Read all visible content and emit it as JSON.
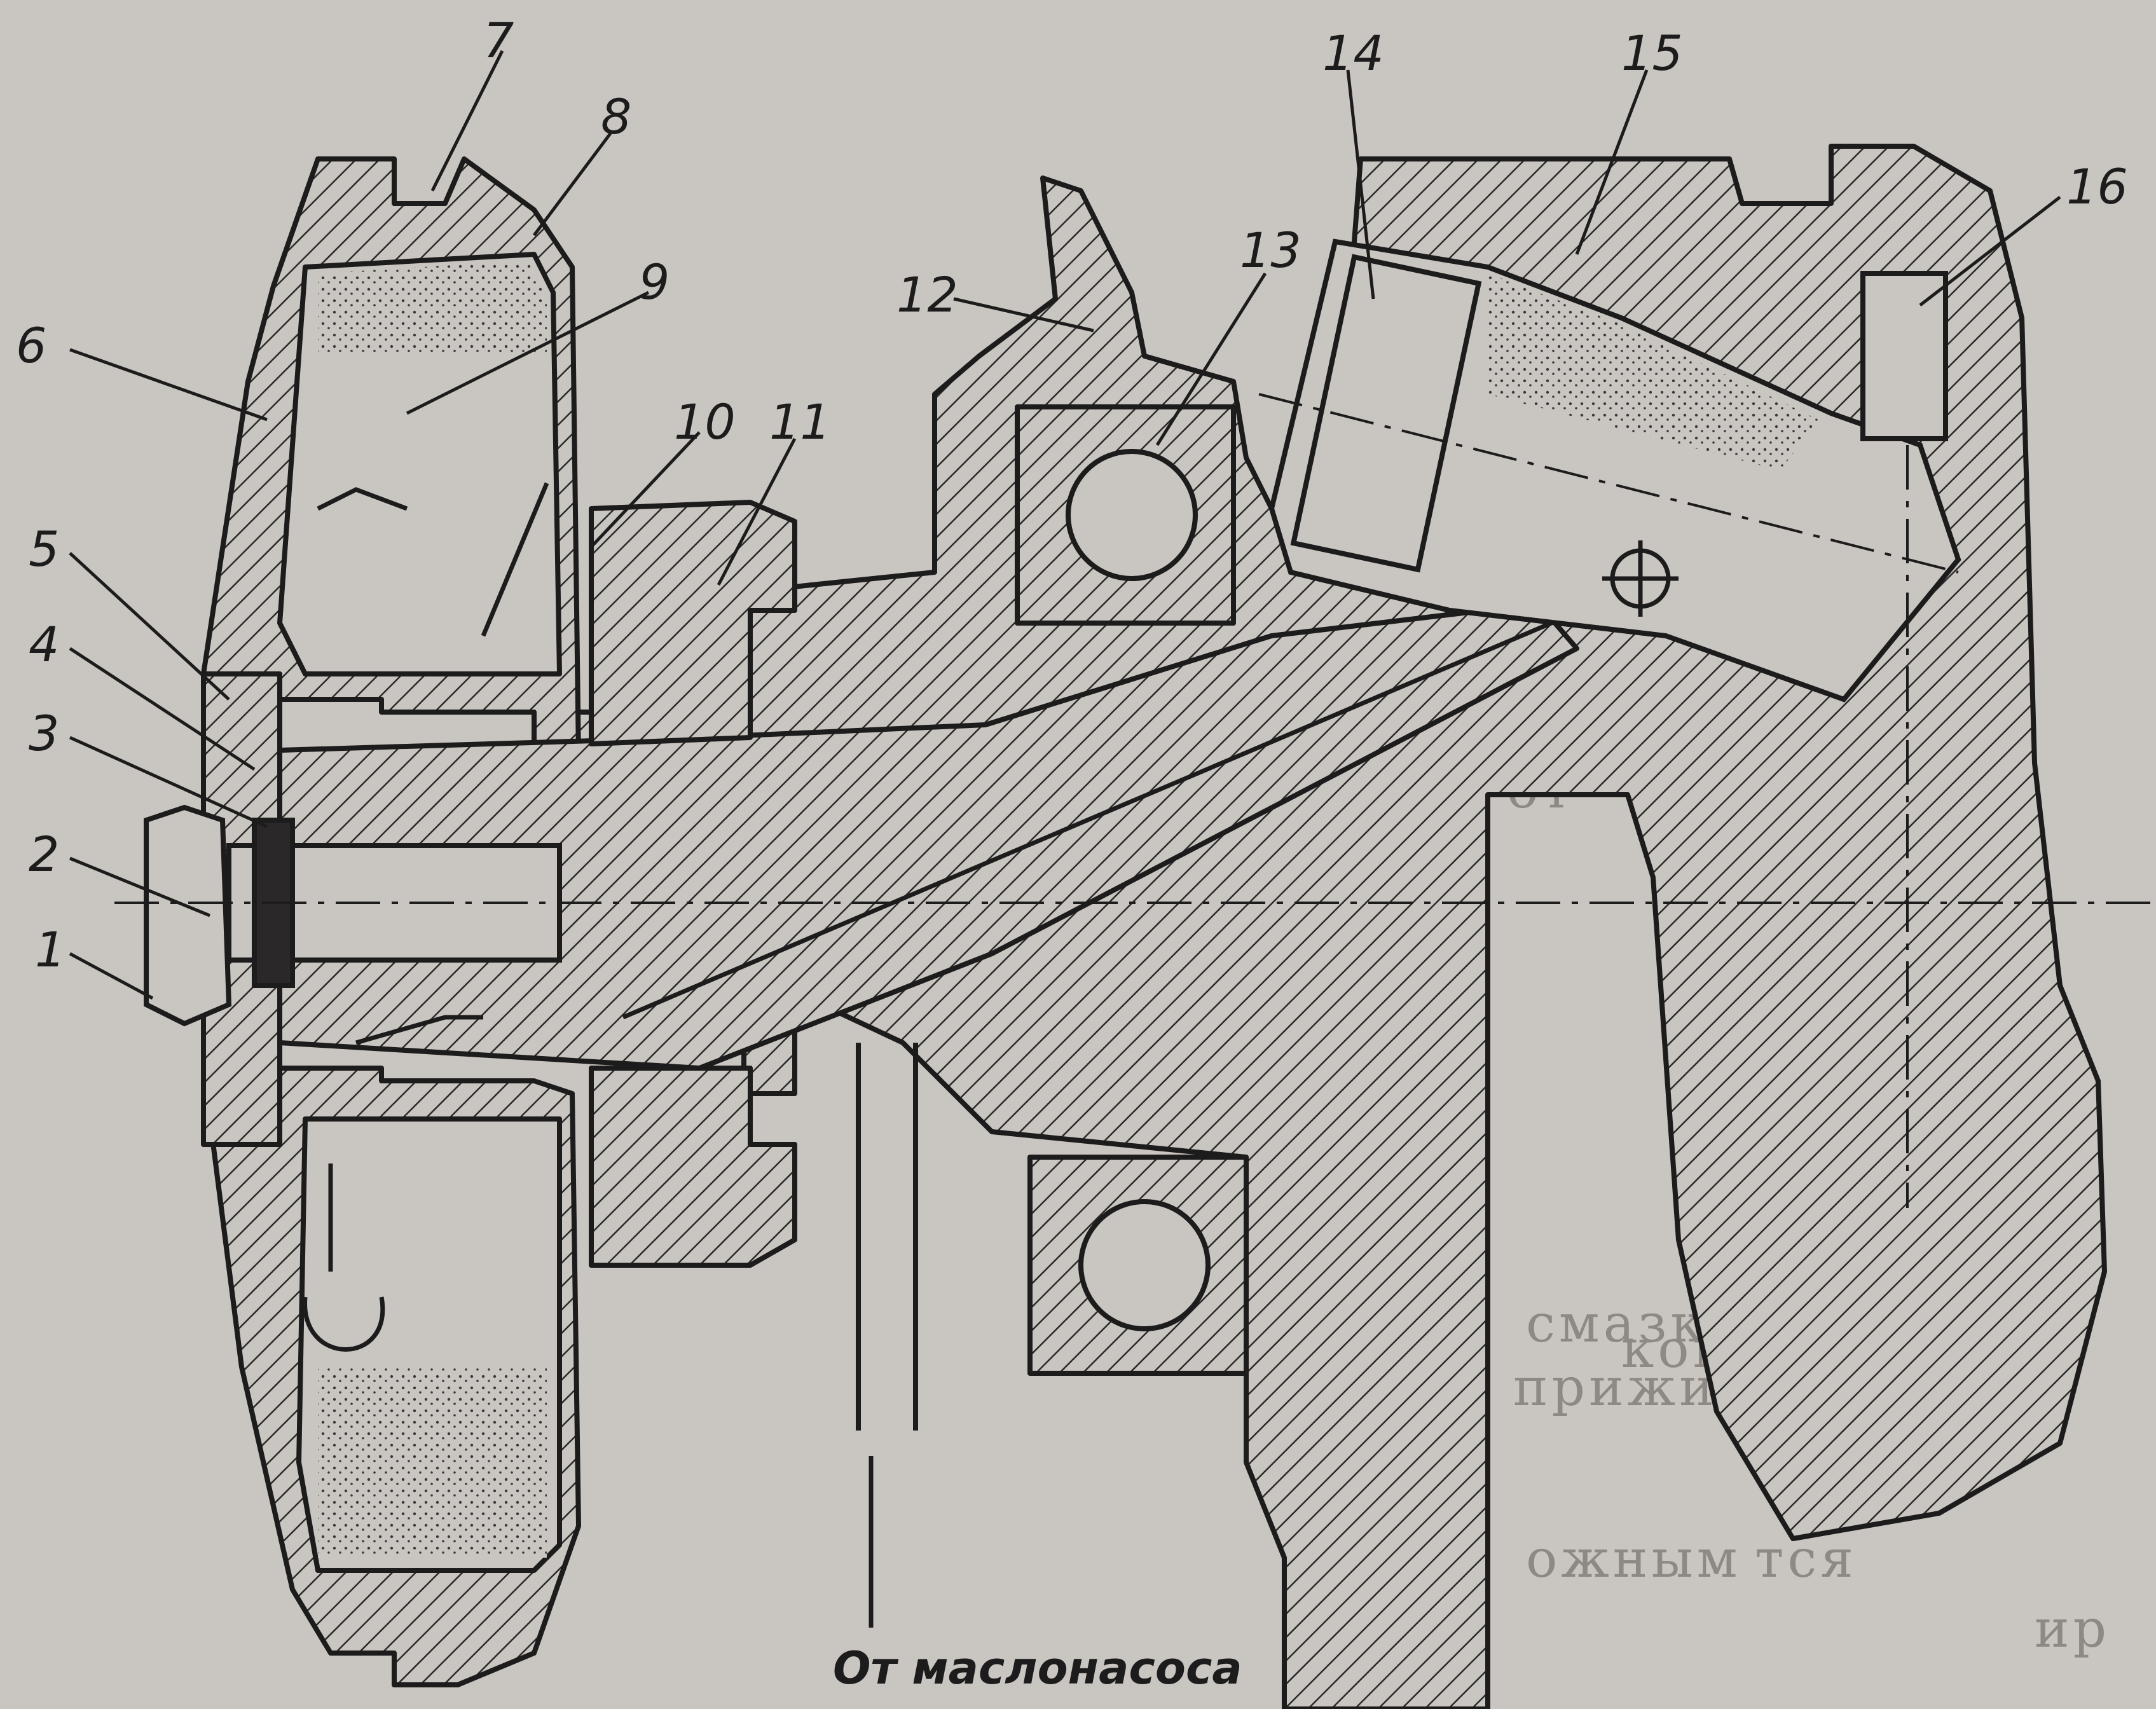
{
  "caption": "От маслонасоса",
  "callouts": [
    "1",
    "2",
    "3",
    "4",
    "5",
    "6",
    "7",
    "8",
    "9",
    "10",
    "11",
    "12",
    "13",
    "14",
    "15",
    "16"
  ],
  "background_text": {
    "lines": [
      "смазки",
      "от",
      "ком",
      "прижима",
      "ым",
      "ожным",
      "тся",
      "ир"
    ]
  },
  "colors": {
    "paper": "#c9c5c0",
    "ink": "#1d1c1c",
    "faded_text": "#8e8984"
  }
}
